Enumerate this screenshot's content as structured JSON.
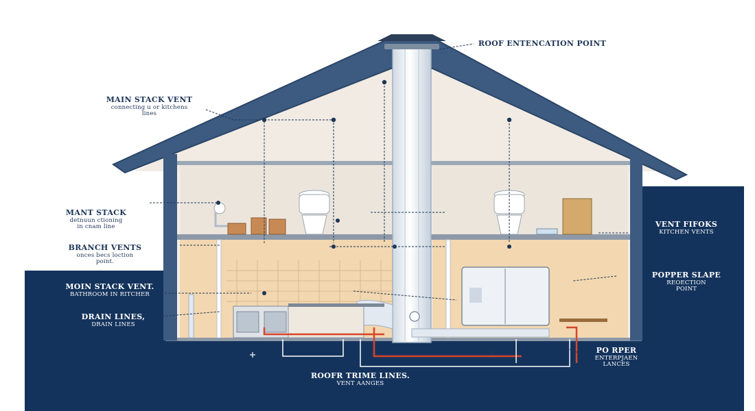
{
  "colors": {
    "roof": "#3d5a80",
    "navy": "#14335c",
    "wall": "#f4efe9",
    "warm": "#f2d7b0",
    "pipe": "#e9eef4",
    "drain_red": "#d6452b",
    "leader": "#1d3557"
  },
  "labels": {
    "roof_point": {
      "title": "ROOF ENTENCATION POINT"
    },
    "main_stack_vent": {
      "title": "MAIN STACK VENT",
      "sub1": "connecting u or kitchens",
      "sub2": "lines"
    },
    "mant_stack": {
      "title": "MANT STACK",
      "sub1": "detnuun ctioning",
      "sub2": "in cnam line"
    },
    "branch_vents": {
      "title": "BRANCH VENTS",
      "sub1": "onces becs loction",
      "sub2": "point."
    },
    "moin_stack": {
      "title": "MOIN STACK VENT.",
      "sub1": "BATHROOM IN RITCHER"
    },
    "drain_lines": {
      "title": "DRAIN LINES,",
      "sub1": "DRAIN LINES"
    },
    "vent_fifoks": {
      "title": "VENT FIFOKS",
      "sub1": "KITCHEN VENTS"
    },
    "popper_slape": {
      "title": "POPPER SLAPE",
      "sub1": "REOECTION",
      "sub2": "POINT"
    },
    "po_rper": {
      "title": "PO RPER",
      "sub1": "ENTERPJAEN",
      "sub2": "LANCES"
    },
    "roofr_trime": {
      "title": "ROOFR TRIME LINES.",
      "sub1": "VENT AANGES"
    }
  },
  "icons": [
    "toilet-icon",
    "sink-icon",
    "refrigerator-icon",
    "stove-icon",
    "roof-cap-icon"
  ]
}
